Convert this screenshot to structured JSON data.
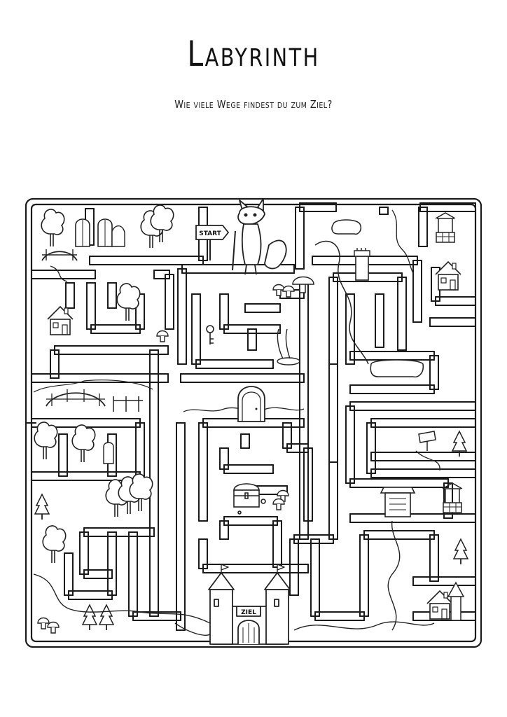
{
  "page": {
    "title": "Labyrinth",
    "subtitle": "Wie viele Wege findest du zum Ziel?"
  },
  "maze": {
    "start_label": "START",
    "goal_label": "ZIEL",
    "line_color": "#1a1a1a",
    "paper_color": "#ffffff",
    "icons": [
      "fox-icon",
      "castle-icon",
      "treasure-chest-icon",
      "key-icon",
      "mushroom-icon",
      "tree-icon",
      "house-icon",
      "bridge-icon",
      "well-icon",
      "tower-icon",
      "door-icon",
      "river-icon",
      "signpost-icon",
      "hedge-icon"
    ]
  }
}
